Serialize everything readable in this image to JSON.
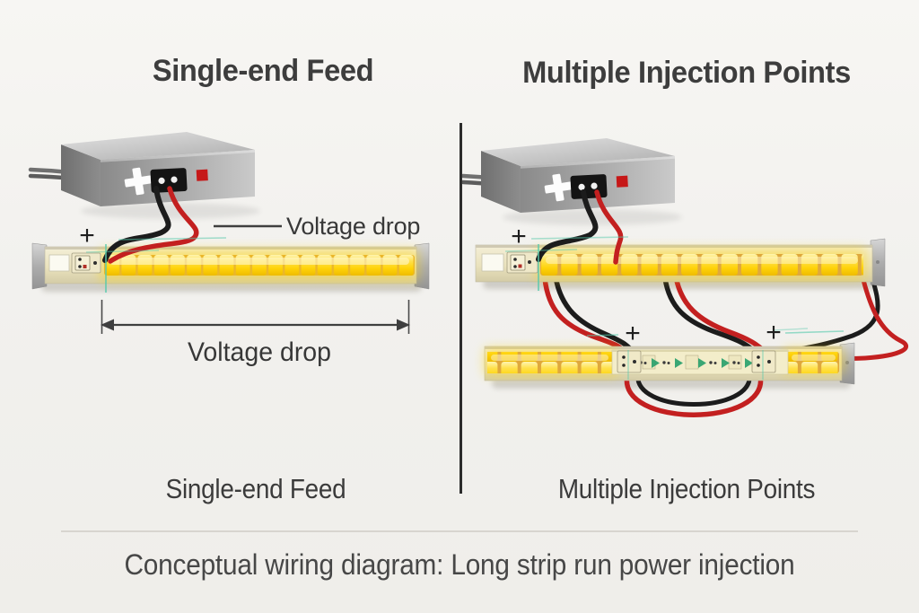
{
  "left_panel": {
    "title": "Single-end Feed",
    "caption": "Single-end Feed",
    "callout_label": "Voltage drop",
    "dimension_label": "Voltage drop"
  },
  "right_panel": {
    "title": "Multiple Injection Points",
    "caption": "Multiple Injection Points"
  },
  "footer": {
    "caption": "Conceptual wiring diagram: Long strip run power injection"
  },
  "symbols": {
    "plus": "+"
  },
  "icons": {
    "psu_logo": "plus-icon",
    "psu_indicator": "red-square-indicator",
    "dimension": "double-arrow"
  },
  "colors": {
    "background": "#f1f0ed",
    "heading_text": "#3d3d3d",
    "label_text": "#383838",
    "footer_text": "#474747",
    "wire_positive_red": "#c32020",
    "wire_negative_black": "#1c1c1c",
    "signal_teal": "#57c9ac",
    "led_yellow": "#ffd30a",
    "strip_base_cream": "#eae2bd",
    "psu_gray": "#a8a8a8",
    "psu_indicator_red": "#c61818",
    "panel_divider": "#2c2c2c",
    "footer_divider": "#d8d5cf"
  }
}
